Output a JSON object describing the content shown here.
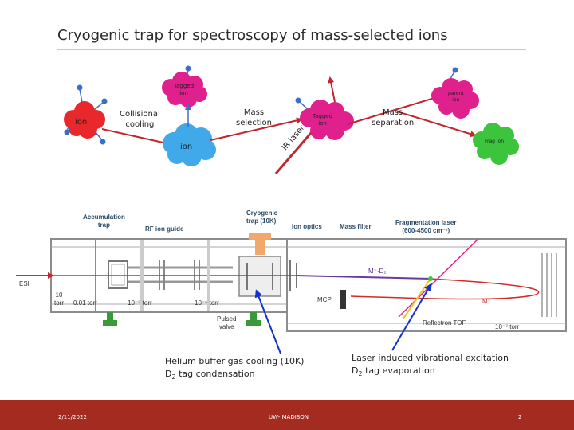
{
  "slide": {
    "title": "Cryogenic trap for spectroscopy of mass-selected ions"
  },
  "scheme": {
    "ion_left": "ion",
    "collisional_cooling": [
      "Collisional",
      "cooling"
    ],
    "tagged_ion_top": [
      "Tagged",
      "ion"
    ],
    "ion_cooled": "ion",
    "mass_selection": [
      "Mass",
      "selection"
    ],
    "tagged_ion_mid": [
      "Tagged",
      "ion"
    ],
    "ir_laser": "IR laser",
    "mass_separation": [
      "Mass",
      "separation"
    ],
    "parent_ion": [
      "parent",
      "ion"
    ],
    "frag_ion": "Frag ion"
  },
  "apparatus": {
    "accumulation_trap": [
      "Accumulation",
      "trap"
    ],
    "rf_ion_guide": "RF ion guide",
    "cryogenic_trap": [
      "Cryogenic",
      "trap (10K)"
    ],
    "ion_optics": "Ion optics",
    "mass_filter": "Mass filter",
    "fragmentation_laser": [
      "Fragmentation laser",
      "(600-4500 cm⁻¹)"
    ],
    "esi": "ESI",
    "p_10_torr": [
      "10",
      "torr"
    ],
    "p_001_torr": "0.01 torr",
    "p_1e5_torr": "10⁻⁵ torr",
    "p_1e6_torr": "10⁻⁶ torr",
    "p_1e7_torr": "10⁻⁷ torr",
    "m_d2": "M⁺·D₂",
    "m_plus": "M⁺",
    "mcp": "MCP",
    "pulsed_valve": [
      "Pulsed",
      "valve"
    ],
    "reflectron_tof": "Reflectron TOF"
  },
  "captions": {
    "left_line1": "Helium buffer gas cooling (10K)",
    "left_line2_pre": "D",
    "left_line2_sub": "2",
    "left_line2_post": " tag condensation",
    "right_line1": "Laser induced vibrational excitation",
    "right_line2_pre": "D",
    "right_line2_sub": "2",
    "right_line2_post": " tag evaporation"
  },
  "footer": {
    "date": "2/11/2022",
    "org": "UW- MADISON",
    "page": "2"
  },
  "colors": {
    "footer": "#a32b1f",
    "red_ion": "#e8282a",
    "blue_ion": "#3fa9ea",
    "magenta_ion": "#e0208c",
    "green_frag": "#3cc43c",
    "tag_blue": "#3a6fc9",
    "arrow_blue": "#1133cc"
  }
}
